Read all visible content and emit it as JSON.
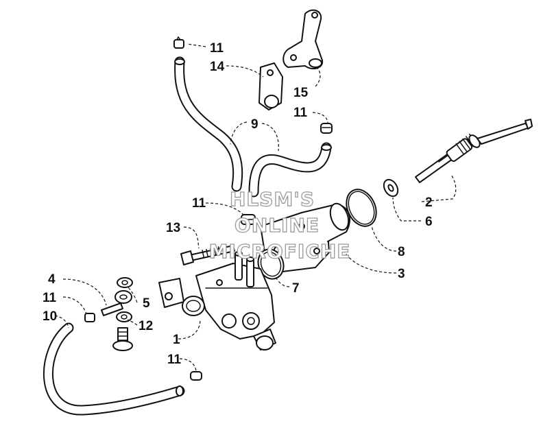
{
  "diagram": {
    "watermark": [
      "HLSM'S",
      "ONLINE",
      "MICROFICHE"
    ],
    "callouts": [
      {
        "id": "c1",
        "label": "1"
      },
      {
        "id": "c2",
        "label": "2"
      },
      {
        "id": "c3",
        "label": "3"
      },
      {
        "id": "c4",
        "label": "4"
      },
      {
        "id": "c5",
        "label": "5"
      },
      {
        "id": "c6",
        "label": "6"
      },
      {
        "id": "c7",
        "label": "7"
      },
      {
        "id": "c8",
        "label": "8"
      },
      {
        "id": "c9",
        "label": "9"
      },
      {
        "id": "c10",
        "label": "10"
      },
      {
        "id": "c11a",
        "label": "11"
      },
      {
        "id": "c11b",
        "label": "11"
      },
      {
        "id": "c11c",
        "label": "11"
      },
      {
        "id": "c11d",
        "label": "11"
      },
      {
        "id": "c11e",
        "label": "11"
      },
      {
        "id": "c12",
        "label": "12"
      },
      {
        "id": "c13",
        "label": "13"
      },
      {
        "id": "c14",
        "label": "14"
      },
      {
        "id": "c15",
        "label": "15"
      }
    ]
  }
}
